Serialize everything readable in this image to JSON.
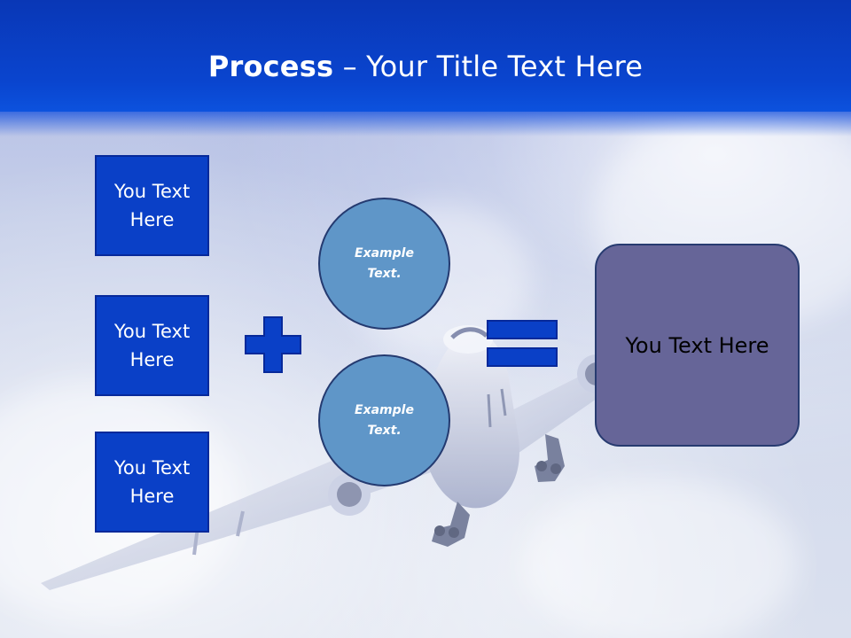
{
  "slide": {
    "title_bold": "Process",
    "title_separator": " – ",
    "title_rest": "Your Title Text Here",
    "input_boxes": [
      {
        "label": "You Text Here"
      },
      {
        "label": "You Text Here"
      },
      {
        "label": "You Text Here"
      }
    ],
    "circles": [
      {
        "label": "Example Text."
      },
      {
        "label": "Example Text."
      }
    ],
    "result": {
      "label": "You Text Here"
    }
  },
  "icons": {
    "plus": "plus-icon",
    "equals": "equals-icon"
  },
  "colors": {
    "title_band": "#0A45CF",
    "input_box": "#0A40C7",
    "circle": "#5F96C8",
    "result_box": "#666598",
    "sky": "#C7CFE6"
  }
}
